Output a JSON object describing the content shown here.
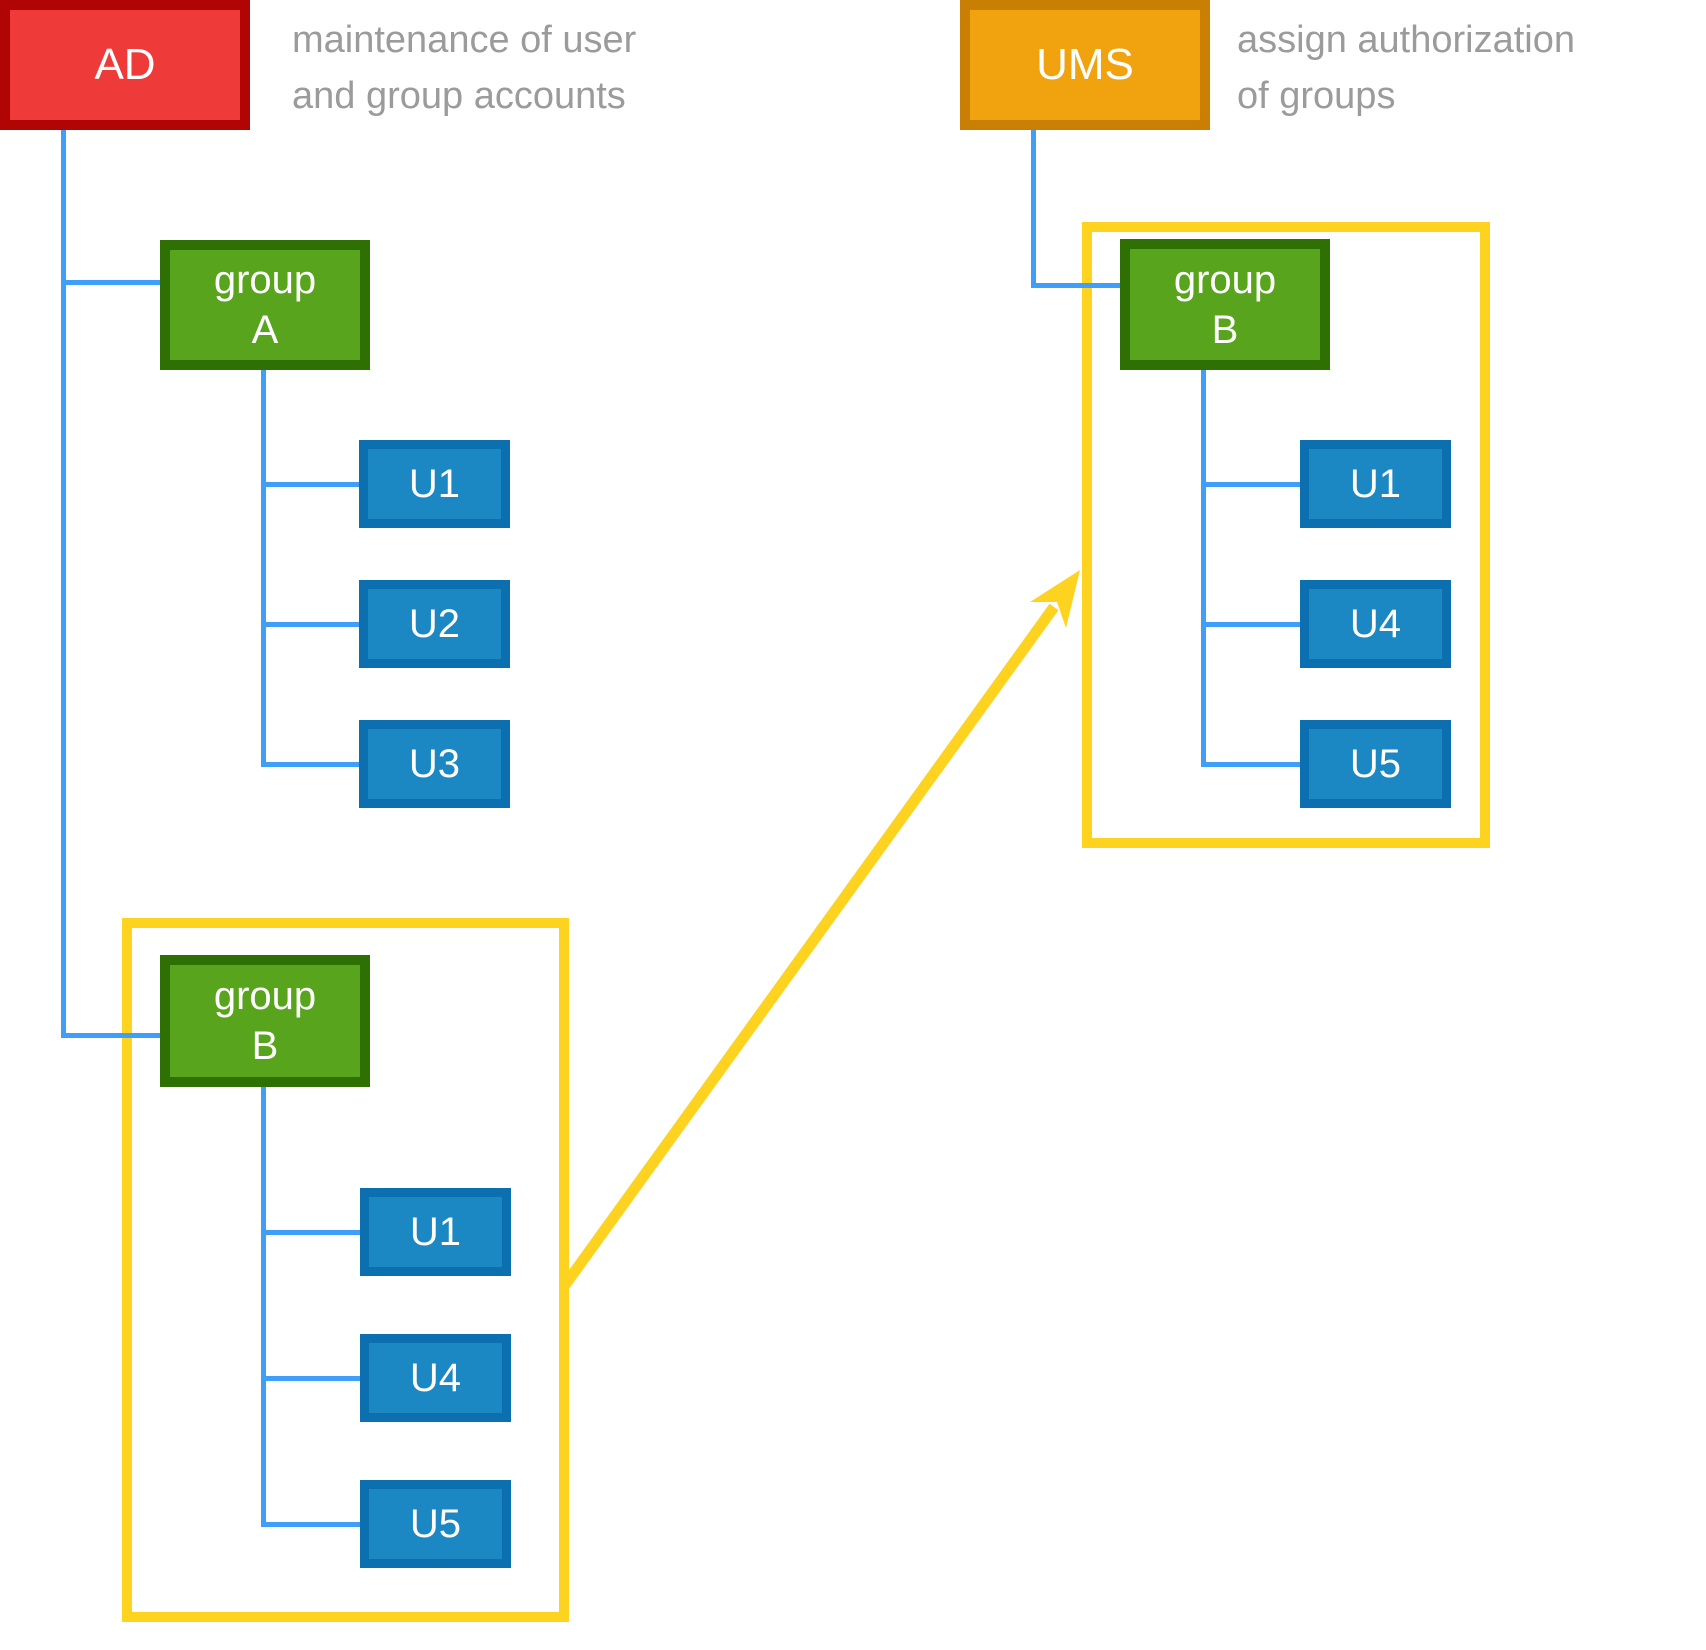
{
  "ad": {
    "label": "AD",
    "caption": [
      "maintenance of user",
      "and group accounts"
    ]
  },
  "ums": {
    "label": "UMS",
    "caption": [
      "assign authorization",
      "of groups"
    ]
  },
  "groups": {
    "left_a": {
      "name": "group",
      "letter": "A"
    },
    "left_b": {
      "name": "group",
      "letter": "B"
    },
    "right_b": {
      "name": "group",
      "letter": "B"
    }
  },
  "users": {
    "left_a": [
      "U1",
      "U2",
      "U3"
    ],
    "left_b": [
      "U1",
      "U4",
      "U5"
    ],
    "right_b": [
      "U1",
      "U4",
      "U5"
    ]
  },
  "colors": {
    "ad_fill": "#ee3b39",
    "ad_border": "#b10505",
    "ums_fill": "#f0a30e",
    "ums_border": "#c87f03",
    "group_fill": "#58a41c",
    "group_border": "#2f7004",
    "user_fill": "#1b87c3",
    "user_border": "#0b6fb0",
    "connector": "#3f9ef8",
    "highlight": "#fdd320",
    "caption_text": "#9b9b9b"
  }
}
